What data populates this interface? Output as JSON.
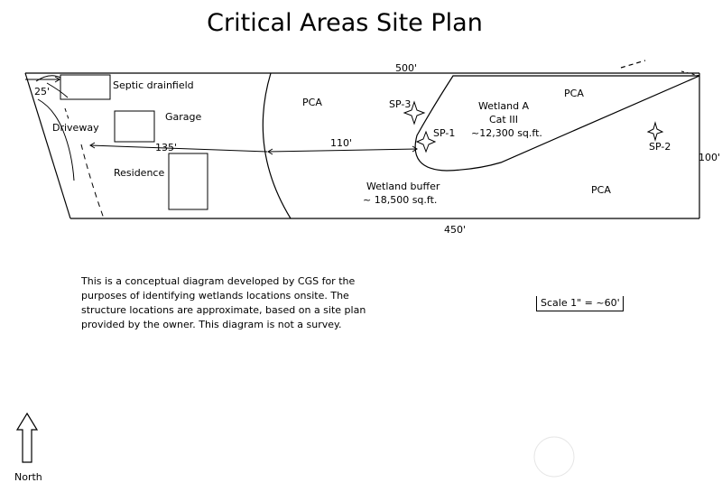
{
  "title": "Critical Areas Site Plan",
  "dimensions": {
    "top": "500'",
    "bottom": "450'",
    "right": "100'",
    "left_top": "25'",
    "driveway_offset": "135'",
    "buffer_width": "110'"
  },
  "labels": {
    "septic": "Septic drainfield",
    "garage": "Garage",
    "driveway": "Driveway",
    "residence": "Residence",
    "pca_left": "PCA",
    "pca_top_right": "PCA",
    "pca_bottom_right": "PCA",
    "wetland_name": "Wetland A",
    "wetland_cat": "Cat III",
    "wetland_area": "~12,300 sq.ft.",
    "buffer_name": "Wetland buffer",
    "buffer_area": "~ 18,500 sq.ft."
  },
  "sample_points": [
    {
      "label": "SP-3"
    },
    {
      "label": "SP-1"
    },
    {
      "label": "SP-2"
    }
  ],
  "note": "This is a conceptual diagram developed by CGS for the purposes of identifying wetlands locations onsite. The structure locations are approximate, based on a site plan provided by the owner. This diagram is not a survey.",
  "scale": "Scale 1\" = ~60'",
  "north": "North"
}
